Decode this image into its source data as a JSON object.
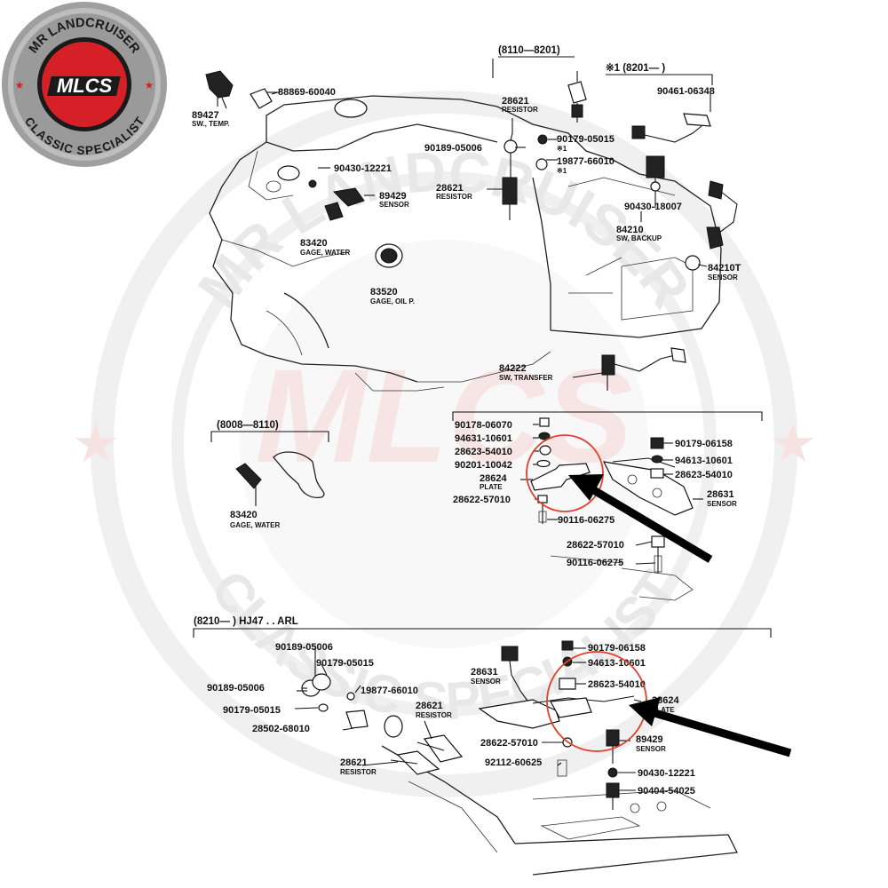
{
  "logo": {
    "top_text": "MR LANDCRUISER",
    "monogram": "MLCS",
    "bottom_text": "CLASSIC SPECIALIST",
    "colors": {
      "ring": "#a9a9a9",
      "badge": "#d62027",
      "ink": "#1a1a1a"
    }
  },
  "watermark": {
    "top_text": "MR LANDCRUISER",
    "bottom_text": "CLASSIC SPECIALIST",
    "color": "#d9d9d9"
  },
  "headers": {
    "h1": "(8110—8201)",
    "h2": "※1 (8201—          )",
    "h3": "(8008—8110)",
    "h4": "(8210—          ) HJ47 . . ARL"
  },
  "labels": {
    "p89427_no": "89427",
    "p89427_d": "SW., TEMP.",
    "p88869": "88869-60040",
    "p28621a_no": "28621",
    "p28621a_d": "RESISTOR",
    "p90461": "90461-06348",
    "p90189a": "90189-05006",
    "p90179a": "90179-05015",
    "p90179a_m": "※1",
    "p19877a": "19877-66010",
    "p19877a_m": "※1",
    "p90430a": "90430-12221",
    "p89429a_no": "89429",
    "p89429a_d": "SENSOR",
    "p28621b_no": "28621",
    "p28621b_d": "RESISTOR",
    "p90430b": "90430-18007",
    "p84210_no": "84210",
    "p84210_d": "SW, BACKUP",
    "p83420a_no": "83420",
    "p83420a_d": "GAGE, WATER",
    "p84210t_no": "84210T",
    "p84210t_d": "SENSOR",
    "p83520_no": "83520",
    "p83520_d": "GAGE, OIL P.",
    "p84222_no": "84222",
    "p84222_d": "SW, TRANSFER",
    "p90178": "90178-06070",
    "p94631": "94631-10601",
    "p28623a": "28623-54010",
    "p90201": "90201-10042",
    "p28624a_no": "28624",
    "p28624a_d": "PLATE",
    "p28622a": "28622-57010",
    "p90116a": "90116-06275",
    "p90179b": "90179-06158",
    "p94613a": "94613-10601",
    "p28623b": "28623-54010",
    "p28631a_no": "28631",
    "p28631a_d": "SENSOR",
    "p28622b": "28622-57010",
    "p90116b": "90116-06275",
    "p83420b_no": "83420",
    "p83420b_d": "GAGE, WATER",
    "p90189b": "90189-05006",
    "p90179c": "90179-05015",
    "p90189c": "90189-05006",
    "p90179d": "90179-05015",
    "p28502": "28502-68010",
    "p19877b": "19877-66010",
    "p28621c_no": "28621",
    "p28621c_d": "RESISTOR",
    "p28621d_no": "28621",
    "p28621d_d": "RESISTOR",
    "p28631b_no": "28631",
    "p28631b_d": "SENSOR",
    "p90179e": "90179-06158",
    "p94613b": "94613-10601",
    "p28623c": "28623-54010",
    "p28624b_no": "28624",
    "p28624b_d": "PLATE",
    "p28622c": "28622-57010",
    "p89429b_no": "89429",
    "p89429b_d": "SENSOR",
    "p92112": "92112-60625",
    "p90430c": "90430-12221",
    "p90404": "90404-54025"
  },
  "annotations": {
    "highlight_color": "#e0402c",
    "arrow_color": "#000000"
  }
}
